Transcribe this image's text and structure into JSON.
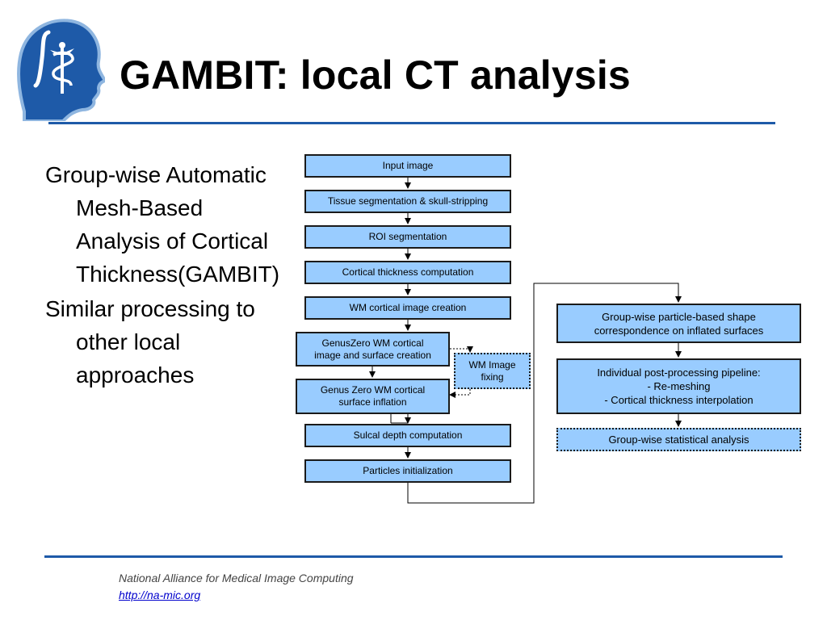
{
  "title": "GAMBIT: local CT analysis",
  "bullets": [
    "Group-wise Automatic Mesh-Based Analysis of Cortical Thickness(GAMBIT)",
    "Similar processing to other local approaches"
  ],
  "flow": {
    "input": "Input image",
    "tissue": "Tissue segmentation & skull-stripping",
    "roi": "ROI segmentation",
    "cortical_thickness": "Cortical thickness computation",
    "wm_creation": "WM cortical image creation",
    "genuszero": "GenusZero WM cortical\nimage and surface creation",
    "wm_fixing": "WM Image\nfixing",
    "inflation": "Genus Zero WM cortical\nsurface inflation",
    "sulcal": "Sulcal depth computation",
    "particles": "Particles initialization",
    "groupwise_particle": "Group-wise particle-based shape\ncorrespondence on inflated surfaces",
    "individual": "Individual post-processing pipeline:\n- Re-meshing\n- Cortical thickness interpolation",
    "statistical": "Group-wise statistical analysis"
  },
  "footer": {
    "org": "National Alliance for Medical Image Computing",
    "url": "http://na-mic.org"
  },
  "colors": {
    "box_fill": "#99ccff",
    "rule": "#1e5aa8",
    "logo": "#1e5aa8"
  },
  "icons": {
    "logo": "slicer-head-logo-icon"
  }
}
